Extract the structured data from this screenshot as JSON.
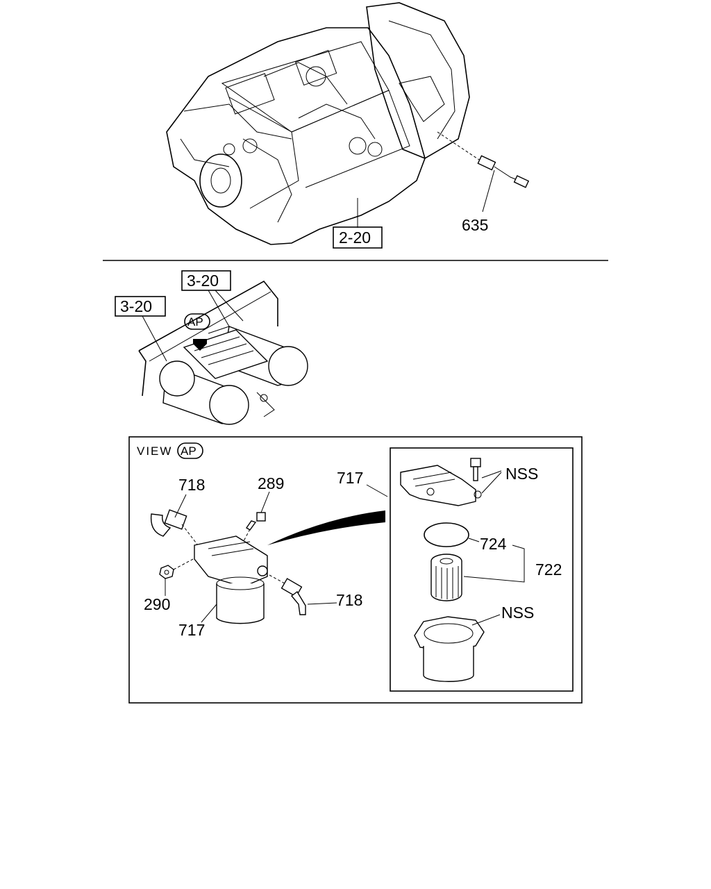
{
  "labels": {
    "transmission_part": "635",
    "transmission_ref": "2-20",
    "tank_ref_right": "3-20",
    "tank_ref_left": "3-20",
    "view_marker": "AP",
    "view_title": "VIEW",
    "view_marker_in_title": "AP",
    "elbow_top": "718",
    "bolt_top": "289",
    "nut": "290",
    "housing_bottom": "717",
    "elbow_right": "718",
    "housing_detail": "717",
    "nss_top": "NSS",
    "o_ring": "724",
    "element_set": "722",
    "nss_bottom": "NSS"
  }
}
